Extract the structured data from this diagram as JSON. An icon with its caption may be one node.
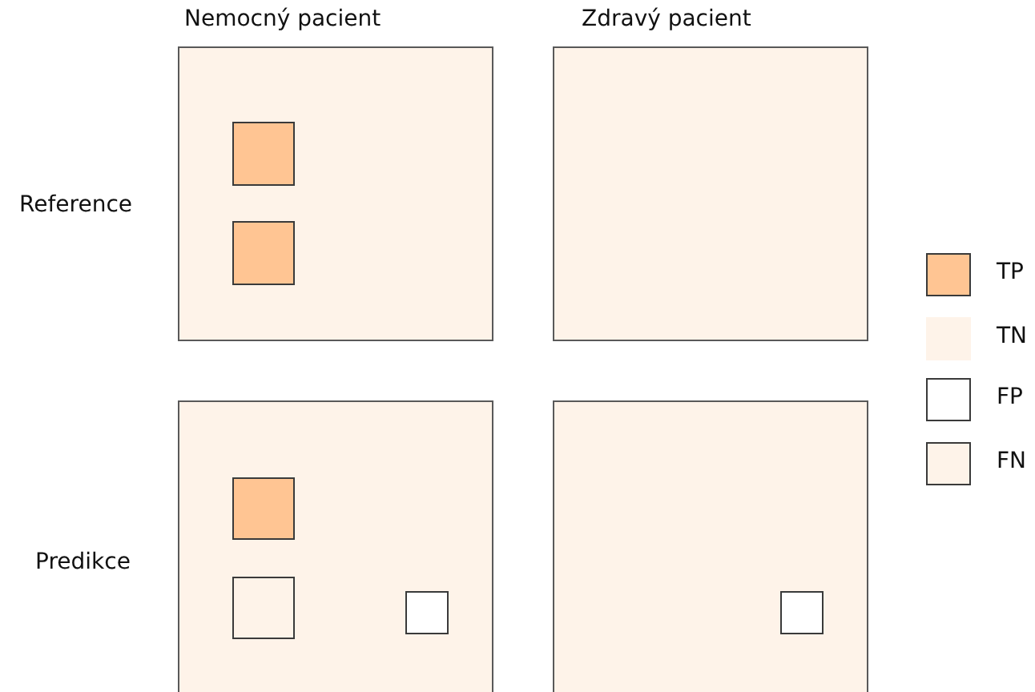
{
  "diagram": {
    "nodes": [
      {
        "text": [],
        "shape": "box"
      },
      {
        "text": [],
        "shape": "box",
        "in": 0
      },
      {
        "text": [],
        "shape": "box",
        "in": 0
      },
      {
        "text": [],
        "shape": "box"
      },
      {
        "text": [],
        "shape": "box"
      },
      {
        "text": [],
        "shape": "box",
        "in": 4
      },
      {
        "text": [],
        "shape": "box",
        "in": 4
      },
      {
        "text": [],
        "shape": "box",
        "in": 4
      },
      {
        "text": [],
        "shape": "box"
      },
      {
        "text": [],
        "shape": "box",
        "in": 8
      }
    ],
    "labels": [
      "Nemocný pacient",
      "Zdravý pacient",
      "Reference",
      "Predikce"
    ],
    "legend": [
      {
        "text": "TP",
        "color": "#ffc593"
      },
      {
        "text": "TN",
        "color": "#fef3e9"
      },
      {
        "text": "FP",
        "color": "#ffffff"
      },
      {
        "text": "FN",
        "color": "#fef3e9"
      }
    ]
  }
}
